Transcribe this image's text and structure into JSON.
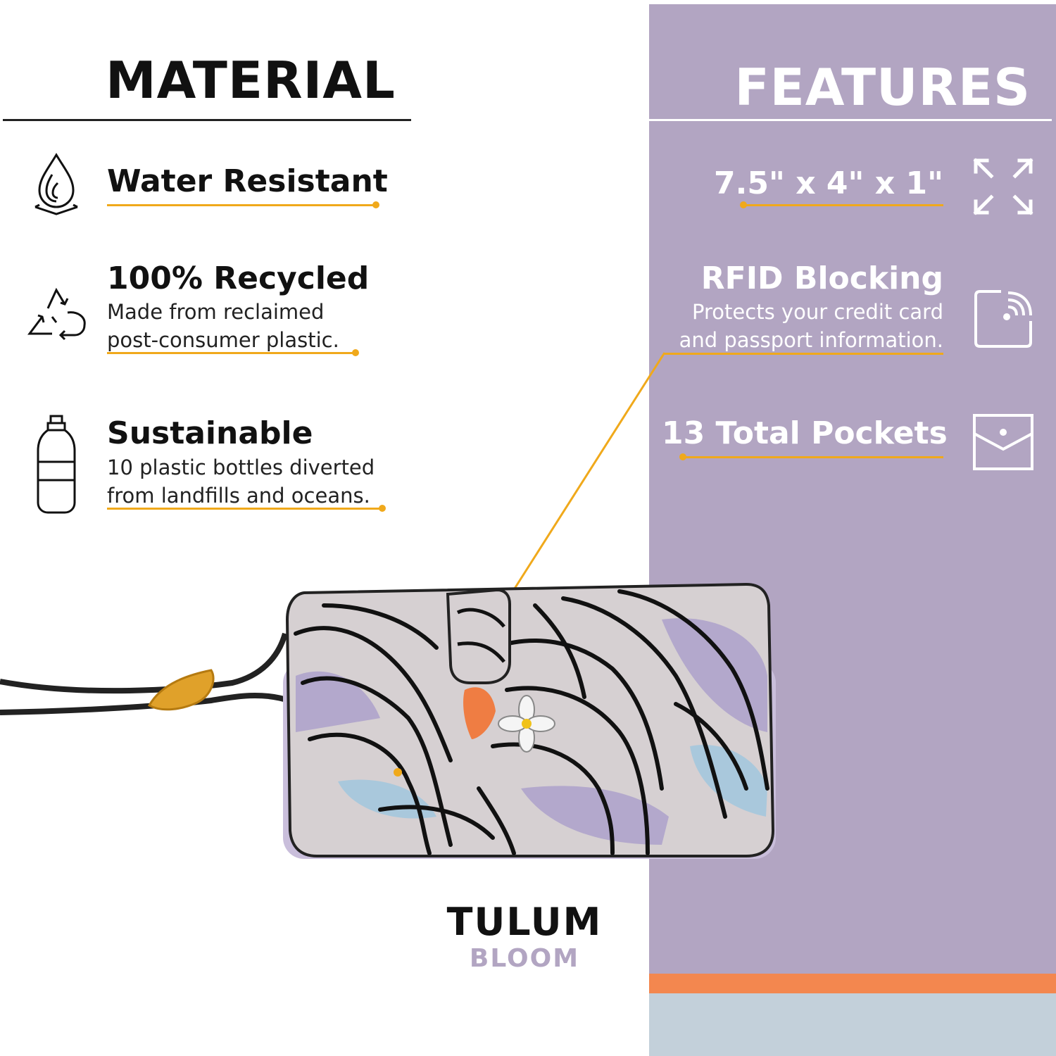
{
  "material": {
    "title": "MATERIAL",
    "items": [
      {
        "heading": "Water Resistant",
        "icon": "water-drop-icon"
      },
      {
        "heading": "100% Recycled",
        "line1": "Made from reclaimed",
        "line2": "post-consumer plastic.",
        "icon": "recycle-icon"
      },
      {
        "heading": "Sustainable",
        "line1": "10 plastic bottles diverted",
        "line2": "from landfills and oceans.",
        "icon": "bottle-icon"
      }
    ]
  },
  "features": {
    "title": "FEATURES",
    "items": [
      {
        "heading": "7.5\" x 4\" x 1\"",
        "icon": "expand-arrows-icon"
      },
      {
        "heading": "RFID Blocking",
        "line1": "Protects your credit card",
        "line2": "and passport information.",
        "icon": "rfid-card-icon"
      },
      {
        "heading": "13 Total Pockets",
        "icon": "envelope-pocket-icon"
      }
    ]
  },
  "product": {
    "name": "TULUM",
    "pattern": "BLOOM"
  },
  "colors": {
    "panel": "#b2a5c2",
    "accent_line": "#f0a91b",
    "orange_stripe": "#f3874f",
    "blue_stripe": "#c3d0da"
  }
}
